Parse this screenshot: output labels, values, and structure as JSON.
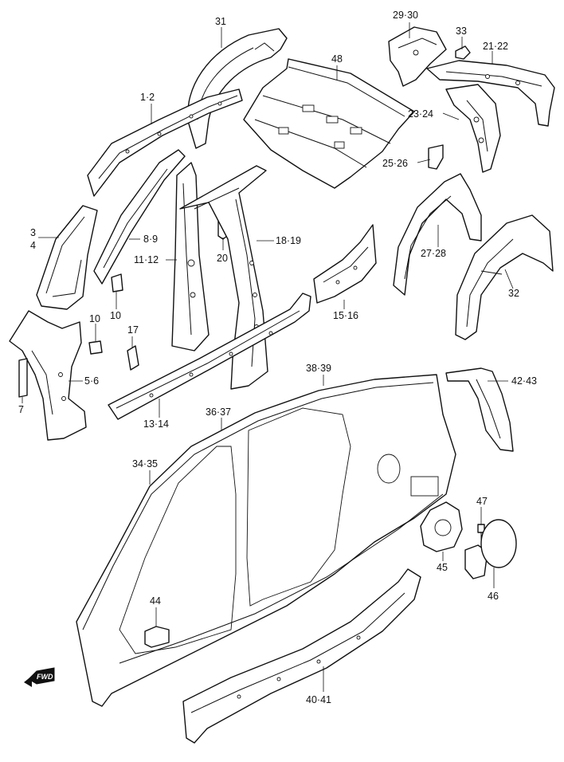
{
  "callouts": {
    "c_31": "31",
    "c_29_30": "29·30",
    "c_33": "33",
    "c_21_22": "21·22",
    "c_48": "48",
    "c_1_2": "1·2",
    "c_23_24": "23·24",
    "c_25_26": "25·26",
    "c_3": "3",
    "c_4": "4",
    "c_8_9": "8·9",
    "c_18_19": "18·19",
    "c_11_12": "11·12",
    "c_20": "20",
    "c_27_28": "27·28",
    "c_32": "32",
    "c_10a": "10",
    "c_10b": "10",
    "c_17": "17",
    "c_15_16": "15·16",
    "c_5_6": "5·6",
    "c_7": "7",
    "c_13_14": "13·14",
    "c_38_39": "38·39",
    "c_42_43": "42·43",
    "c_36_37": "36·37",
    "c_34_35": "34·35",
    "c_47": "47",
    "c_45": "45",
    "c_46": "46",
    "c_44": "44",
    "c_40_41": "40·41"
  },
  "fwd_badge": "FWD"
}
